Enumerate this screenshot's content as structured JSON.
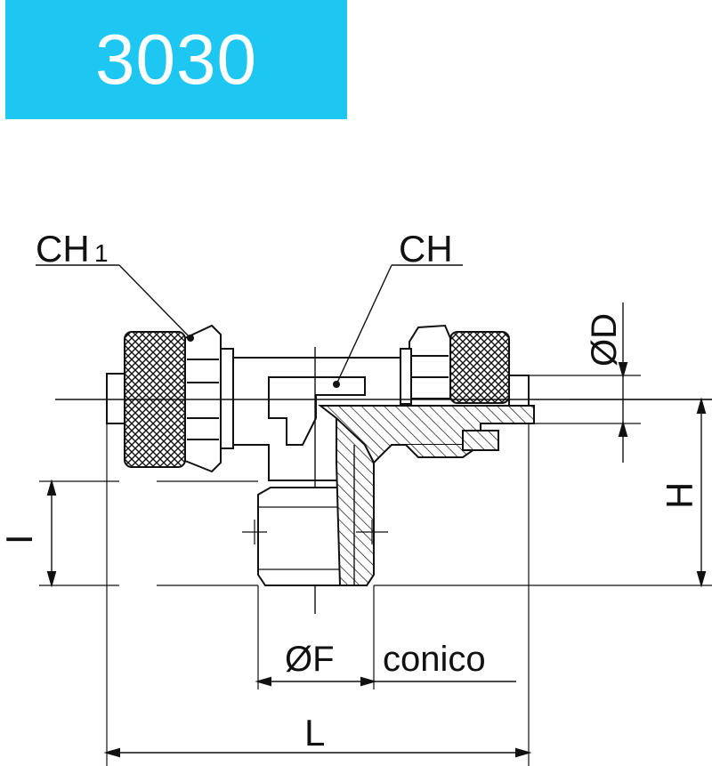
{
  "header": {
    "code": "3030",
    "banner_color": "#1ec6f2"
  },
  "labels": {
    "ch1_main": "CH",
    "ch1_sub": "1",
    "ch": "CH",
    "od": "ØD",
    "h": "H",
    "i": "I",
    "of": "ØF",
    "conico": "conico",
    "l": "L"
  },
  "colors": {
    "line": "#111111",
    "background": "#ffffff"
  }
}
